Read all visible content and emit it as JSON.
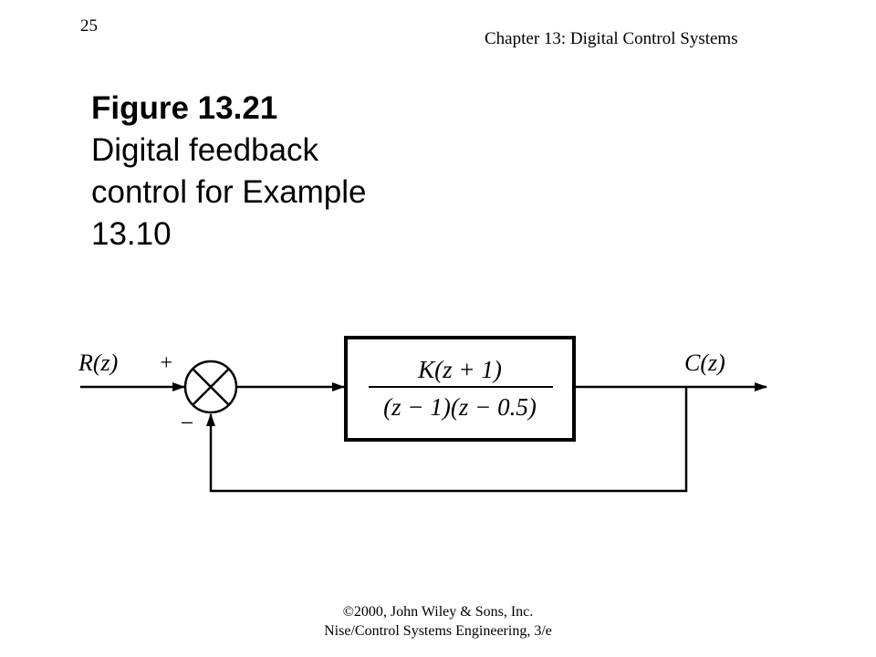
{
  "header": {
    "page_number": "25",
    "chapter_title": "Chapter 13: Digital Control Systems"
  },
  "figure": {
    "label": "Figure 13.21",
    "caption": "Digital feedback control for Example 13.10"
  },
  "diagram": {
    "input_label": "R(z)",
    "output_label": "C(z)",
    "plus_sign": "+",
    "minus_sign": "−",
    "transfer_numerator": "K(z + 1)",
    "transfer_denominator": "(z − 1)(z − 0.5)"
  },
  "footer": {
    "copyright": "©2000, John Wiley & Sons, Inc.",
    "book": "Nise/Control Systems Engineering, 3/e"
  }
}
